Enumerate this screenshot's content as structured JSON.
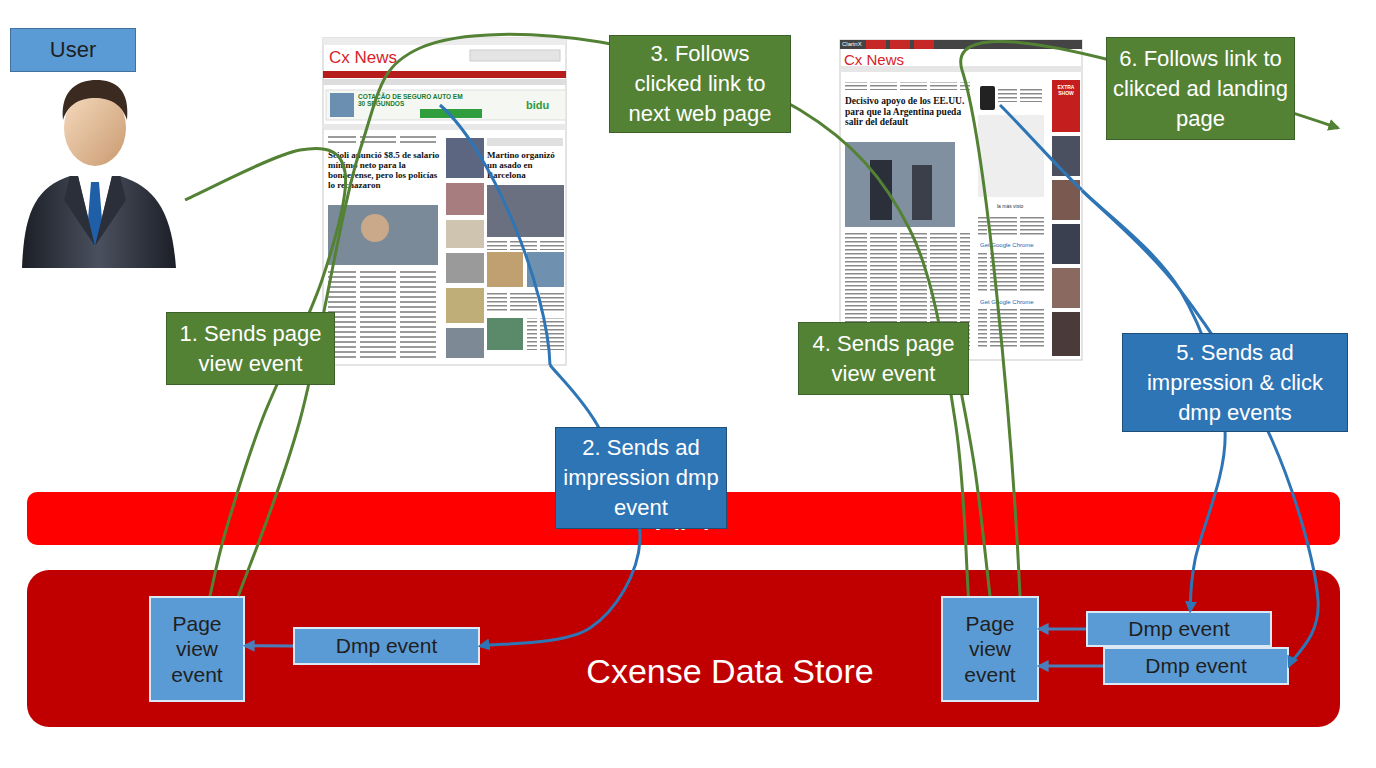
{
  "diagram": {
    "nodes": [
      {
        "text": [
          "User"
        ]
      },
      {
        "text": [
          "Cx News"
        ]
      },
      {
        "text": [
          "Cx News"
        ]
      },
      {
        "text": [
          "API"
        ]
      },
      {
        "text": [
          "Cxense Data Store"
        ]
      },
      {
        "text": [
          "Page view event"
        ],
        "in": 4
      },
      {
        "text": [
          "Dmp event"
        ],
        "in": 4
      },
      {
        "text": [
          "Page view event"
        ],
        "in": 4
      },
      {
        "text": [
          "Dmp event"
        ],
        "in": 4
      },
      {
        "text": [
          "Dmp event"
        ],
        "in": 4
      }
    ],
    "edges": [
      {
        "from": 0,
        "to": 5,
        "arrow": "none",
        "label": "1. Sends page view event"
      },
      {
        "from": 1,
        "to": 6,
        "arrow": "to",
        "label": "2. Sends ad impression dmp event"
      },
      {
        "from": 5,
        "to": 7,
        "arrow": "none",
        "label": "3. Follows clicked link to next web page"
      },
      {
        "from": 2,
        "to": 7,
        "arrow": "none",
        "label": "4. Sends page view event"
      },
      {
        "from": 2,
        "to": 8,
        "arrow": "to",
        "label": "5. Sends ad impression & click dmp events"
      },
      {
        "from": 2,
        "to": 9,
        "arrow": "to"
      },
      {
        "from": 6,
        "to": 5,
        "arrow": "to"
      },
      {
        "from": 8,
        "to": 7,
        "arrow": "to"
      },
      {
        "from": 9,
        "to": 7,
        "arrow": "to"
      }
    ],
    "labels": [
      "6. Follows link to clikced ad landing page",
      "COTAÇÃO DE SEGURO AUTO EM 30 SEGUNDOS",
      "bidu",
      "Scioli anunció $8.5 de salario mínimo neto para la bonaerense, pero los policías lo rechazaron",
      "Martino organizó un asado en Barcelona",
      "ClarinX",
      "Decisivo apoyo de los EE.UU. para que la Argentina pueda salir del default",
      "Get Google Chrome",
      "Get Google Chrome",
      "la más visto",
      "EXTRA SHOW"
    ]
  }
}
